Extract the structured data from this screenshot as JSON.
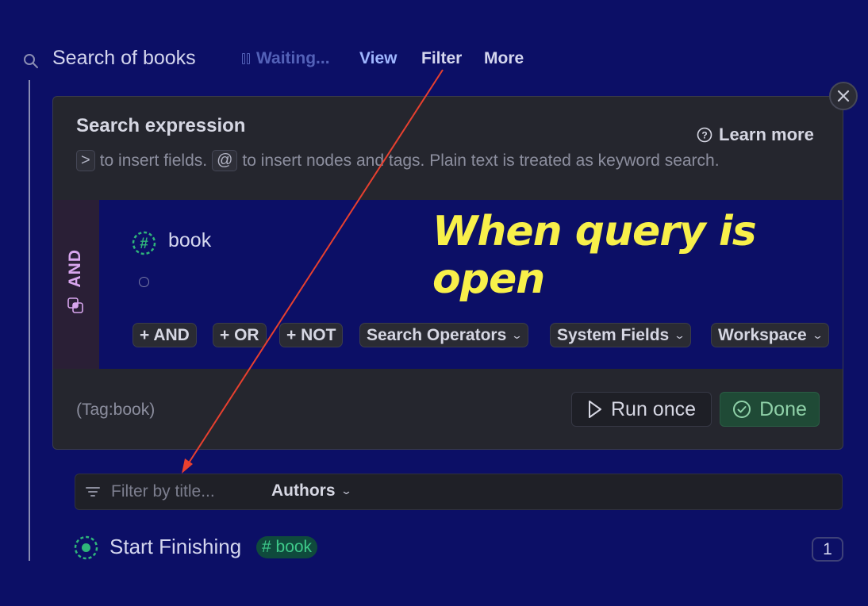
{
  "header": {
    "title": "Search of books",
    "status": "Waiting...",
    "links": [
      "View",
      "Filter",
      "More"
    ],
    "icon": "search-icon"
  },
  "panel": {
    "title": "Search expression",
    "learn_more": "Learn more",
    "hint": {
      "key1": ">",
      "text1": "to insert fields.",
      "key2": "@",
      "text2": "to insert nodes and tags. Plain text is treated as keyword search."
    },
    "operator": "AND",
    "query_items": [
      {
        "type": "tag",
        "icon": "hash-tag-icon",
        "label": "book"
      }
    ],
    "chips": [
      {
        "label": "+ AND"
      },
      {
        "label": "+ OR"
      },
      {
        "label": "+ NOT"
      },
      {
        "label": "Search Operators",
        "dropdown": true
      },
      {
        "label": "System Fields",
        "dropdown": true
      },
      {
        "label": "Workspace",
        "dropdown": true
      }
    ],
    "expression": "(Tag:book)",
    "run_once_label": "Run once",
    "done_label": "Done"
  },
  "annotation": {
    "text": "When query is open",
    "color": "#f8f04a",
    "arrow_color": "#e8402f"
  },
  "filter_bar": {
    "placeholder": "Filter by title...",
    "value": "",
    "authors_label": "Authors"
  },
  "results": [
    {
      "title": "Start Finishing",
      "tag": "# book",
      "count": "1"
    }
  ],
  "colors": {
    "background": "#0c0f66",
    "panel": "#25262e",
    "accent_link": "#9fb6ff",
    "done_green": "#1f4a36",
    "tag_green": "#3ec98a"
  }
}
